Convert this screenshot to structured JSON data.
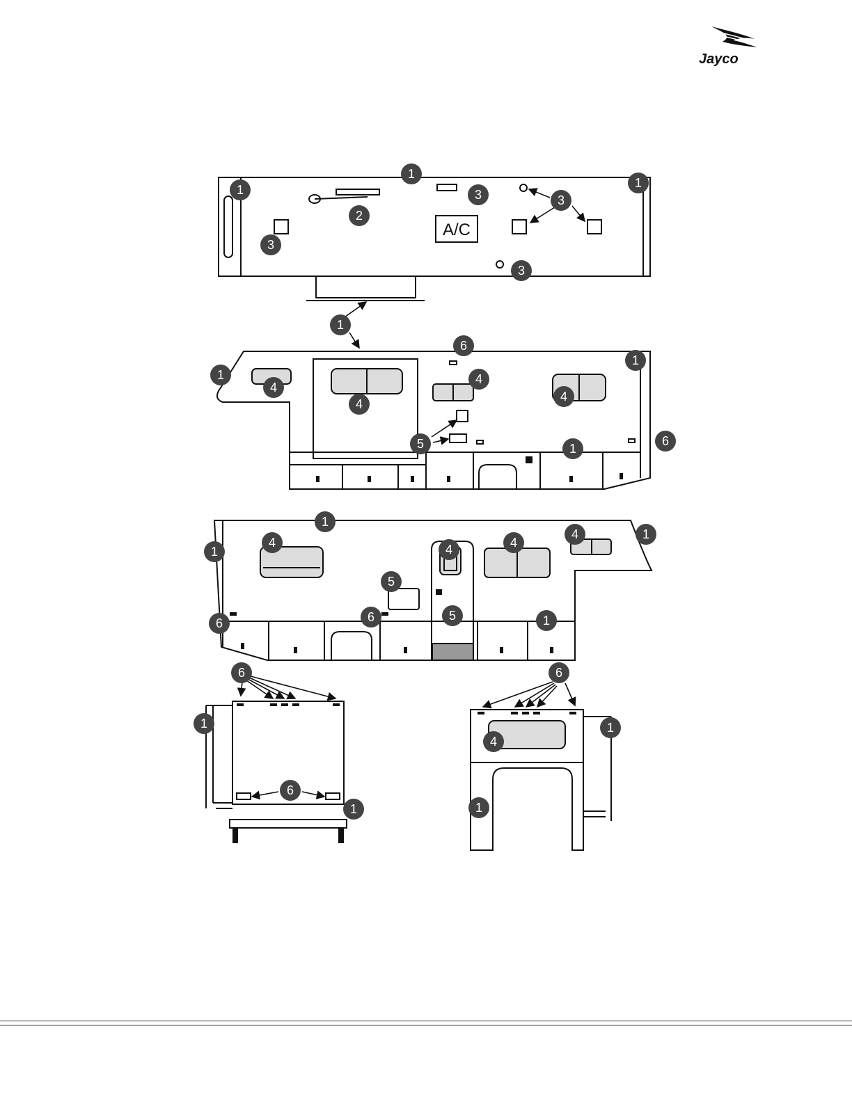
{
  "brand": {
    "name": "Jayco",
    "logo_icon": "swallow-bird-icon"
  },
  "callouts": {
    "c1": "1",
    "c2": "2",
    "c3": "3",
    "c4": "4",
    "c5": "5",
    "c6": "6"
  },
  "roof": {
    "ac_label": "A/C"
  },
  "colors": {
    "callout_fill": "#444444",
    "callout_text": "#ffffff",
    "line": "#111111",
    "window_fill": "#dcdcdc"
  }
}
